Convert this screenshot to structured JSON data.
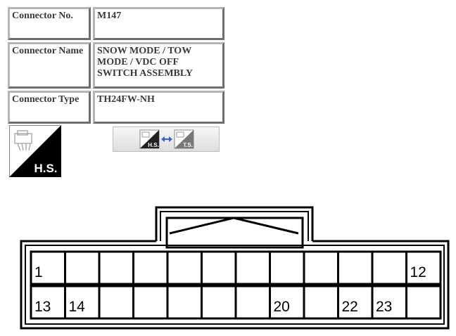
{
  "connector_info": {
    "no_label": "Connector No.",
    "no_value": "M147",
    "name_label": "Connector Name",
    "name_value": "SNOW MODE / TOW MODE / VDC OFF SWITCH ASSEMBLY",
    "type_label": "Connector Type",
    "type_value": "TH24FW-NH"
  },
  "hs_badge": {
    "text": "H.S."
  },
  "view_toggle": {
    "left_text": "H.S.",
    "right_text": "T.S.",
    "arrow_color": "#3a5fd0"
  },
  "terminals": {
    "top_row": [
      "1",
      "",
      "",
      "",
      "",
      "",
      "",
      "",
      "",
      "",
      "",
      "12"
    ],
    "bottom_row": [
      "13",
      "14",
      "",
      "",
      "",
      "",
      "",
      "20",
      "",
      "22",
      "23",
      ""
    ]
  }
}
